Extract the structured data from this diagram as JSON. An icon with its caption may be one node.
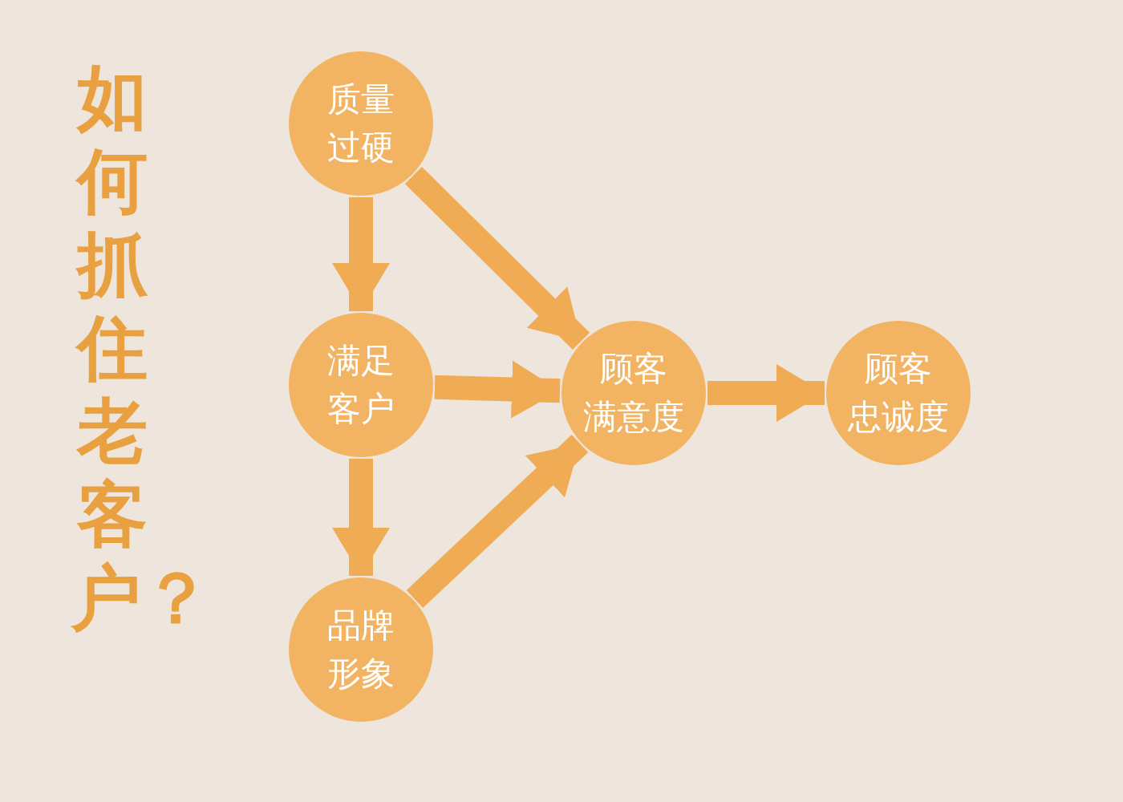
{
  "diagram": {
    "title": "如何抓住老客户？",
    "nodes": [
      {
        "text": [
          "质量过硬"
        ]
      },
      {
        "text": [
          "满足客户"
        ]
      },
      {
        "text": [
          "品牌形象"
        ]
      },
      {
        "text": [
          "顾客满意度"
        ]
      },
      {
        "text": [
          "顾客忠诚度"
        ]
      }
    ],
    "edges": [
      {
        "from": 0,
        "to": 1,
        "arrow": "to"
      },
      {
        "from": 0,
        "to": 3,
        "arrow": "to"
      },
      {
        "from": 1,
        "to": 3,
        "arrow": "to"
      },
      {
        "from": 1,
        "to": 2,
        "arrow": "to"
      },
      {
        "from": 2,
        "to": 3,
        "arrow": "to"
      },
      {
        "from": 3,
        "to": 4,
        "arrow": "to"
      }
    ]
  }
}
